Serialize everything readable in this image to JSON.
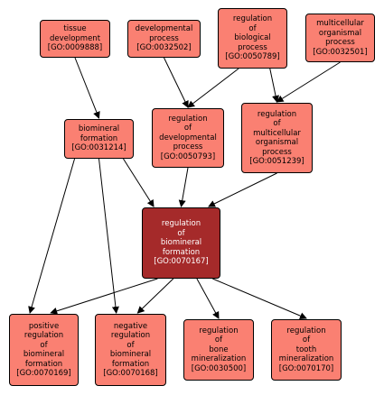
{
  "colors": {
    "node_fill": "#fa8072",
    "focus_fill": "#a52a2a",
    "edge": "#000000"
  },
  "nodes": [
    {
      "id": "tissue_development",
      "lines": [
        "tissue",
        "development",
        "[GO:0009888]"
      ]
    },
    {
      "id": "developmental_process",
      "lines": [
        "developmental",
        "process",
        "[GO:0032502]"
      ]
    },
    {
      "id": "regulation_of_biological_process",
      "lines": [
        "regulation",
        "of",
        "biological",
        "process",
        "[GO:0050789]"
      ]
    },
    {
      "id": "multicellular_organismal_process",
      "lines": [
        "multicellular",
        "organismal",
        "process",
        "[GO:0032501]"
      ]
    },
    {
      "id": "biomineral_formation",
      "lines": [
        "biomineral",
        "formation",
        "[GO:0031214]"
      ]
    },
    {
      "id": "regulation_of_developmental_process",
      "lines": [
        "regulation",
        "of",
        "developmental",
        "process",
        "[GO:0050793]"
      ]
    },
    {
      "id": "regulation_of_multicellular_organismal_process",
      "lines": [
        "regulation",
        "of",
        "multicellular",
        "organismal",
        "process",
        "[GO:0051239]"
      ]
    },
    {
      "id": "regulation_of_biomineral_formation",
      "lines": [
        "regulation",
        "of",
        "biomineral",
        "formation",
        "[GO:0070167]"
      ],
      "focus": true
    },
    {
      "id": "positive_regulation_of_biomineral_formation",
      "lines": [
        "positive",
        "regulation",
        "of",
        "biomineral",
        "formation",
        "[GO:0070169]"
      ]
    },
    {
      "id": "negative_regulation_of_biomineral_formation",
      "lines": [
        "negative",
        "regulation",
        "of",
        "biomineral",
        "formation",
        "[GO:0070168]"
      ]
    },
    {
      "id": "regulation_of_bone_mineralization",
      "lines": [
        "regulation",
        "of",
        "bone",
        "mineralization",
        "[GO:0030500]"
      ]
    },
    {
      "id": "regulation_of_tooth_mineralization",
      "lines": [
        "regulation",
        "of",
        "tooth",
        "mineralization",
        "[GO:0070170]"
      ]
    }
  ],
  "edges": [
    [
      "tissue_development",
      "biomineral_formation"
    ],
    [
      "developmental_process",
      "regulation_of_developmental_process"
    ],
    [
      "regulation_of_biological_process",
      "regulation_of_developmental_process"
    ],
    [
      "regulation_of_biological_process",
      "regulation_of_multicellular_organismal_process"
    ],
    [
      "multicellular_organismal_process",
      "regulation_of_multicellular_organismal_process"
    ],
    [
      "biomineral_formation",
      "regulation_of_biomineral_formation"
    ],
    [
      "biomineral_formation",
      "positive_regulation_of_biomineral_formation"
    ],
    [
      "biomineral_formation",
      "negative_regulation_of_biomineral_formation"
    ],
    [
      "regulation_of_developmental_process",
      "regulation_of_biomineral_formation"
    ],
    [
      "regulation_of_multicellular_organismal_process",
      "regulation_of_biomineral_formation"
    ],
    [
      "regulation_of_biomineral_formation",
      "positive_regulation_of_biomineral_formation"
    ],
    [
      "regulation_of_biomineral_formation",
      "negative_regulation_of_biomineral_formation"
    ],
    [
      "regulation_of_biomineral_formation",
      "regulation_of_bone_mineralization"
    ],
    [
      "regulation_of_biomineral_formation",
      "regulation_of_tooth_mineralization"
    ]
  ]
}
